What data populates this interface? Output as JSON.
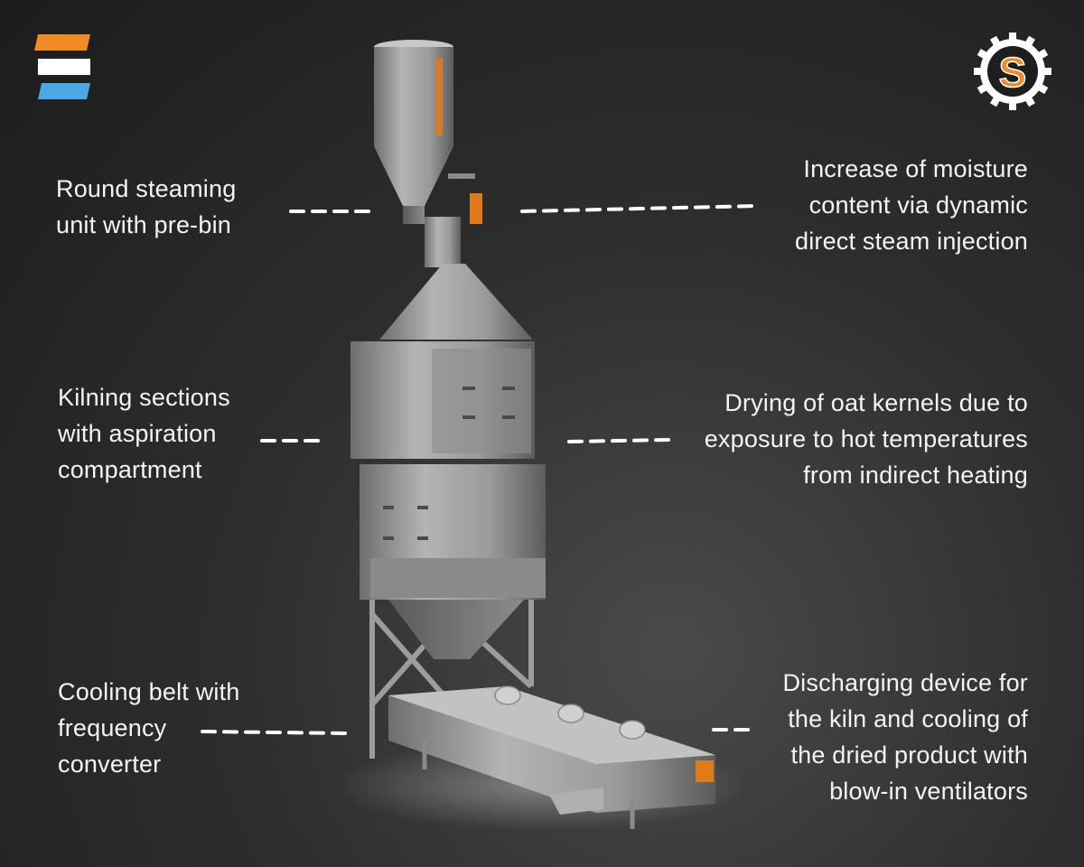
{
  "brand": {
    "left_logo_colors": [
      "#f08a24",
      "#ffffff",
      "#4aa8e6"
    ],
    "right_logo_letter": "S",
    "right_logo_colors": {
      "gear": "#ffffff",
      "inner": "#1e1e1e",
      "letter": "#f08a24"
    }
  },
  "callouts": {
    "steaming_unit": "Round steaming\nunit with pre-bin",
    "moisture_increase": "Increase of moisture\ncontent via dynamic\ndirect steam injection",
    "kilning_sections": "Kilning sections\nwith aspiration\ncompartment",
    "drying": "Drying of oat kernels due to\nexposure to hot temperatures\nfrom indirect heating",
    "cooling_belt": "Cooling belt with\nfrequency\nconverter",
    "discharging": "Discharging device for\nthe kiln and cooling of\nthe dried product with\nblow-in ventilators"
  },
  "colors": {
    "background": "#2e2e2e",
    "text": "#f4f4f4",
    "dashes": "#ffffff",
    "machine_steel": "#9a9a9a",
    "accent_orange": "#e07b1c"
  },
  "illustration": "kiln-machine"
}
